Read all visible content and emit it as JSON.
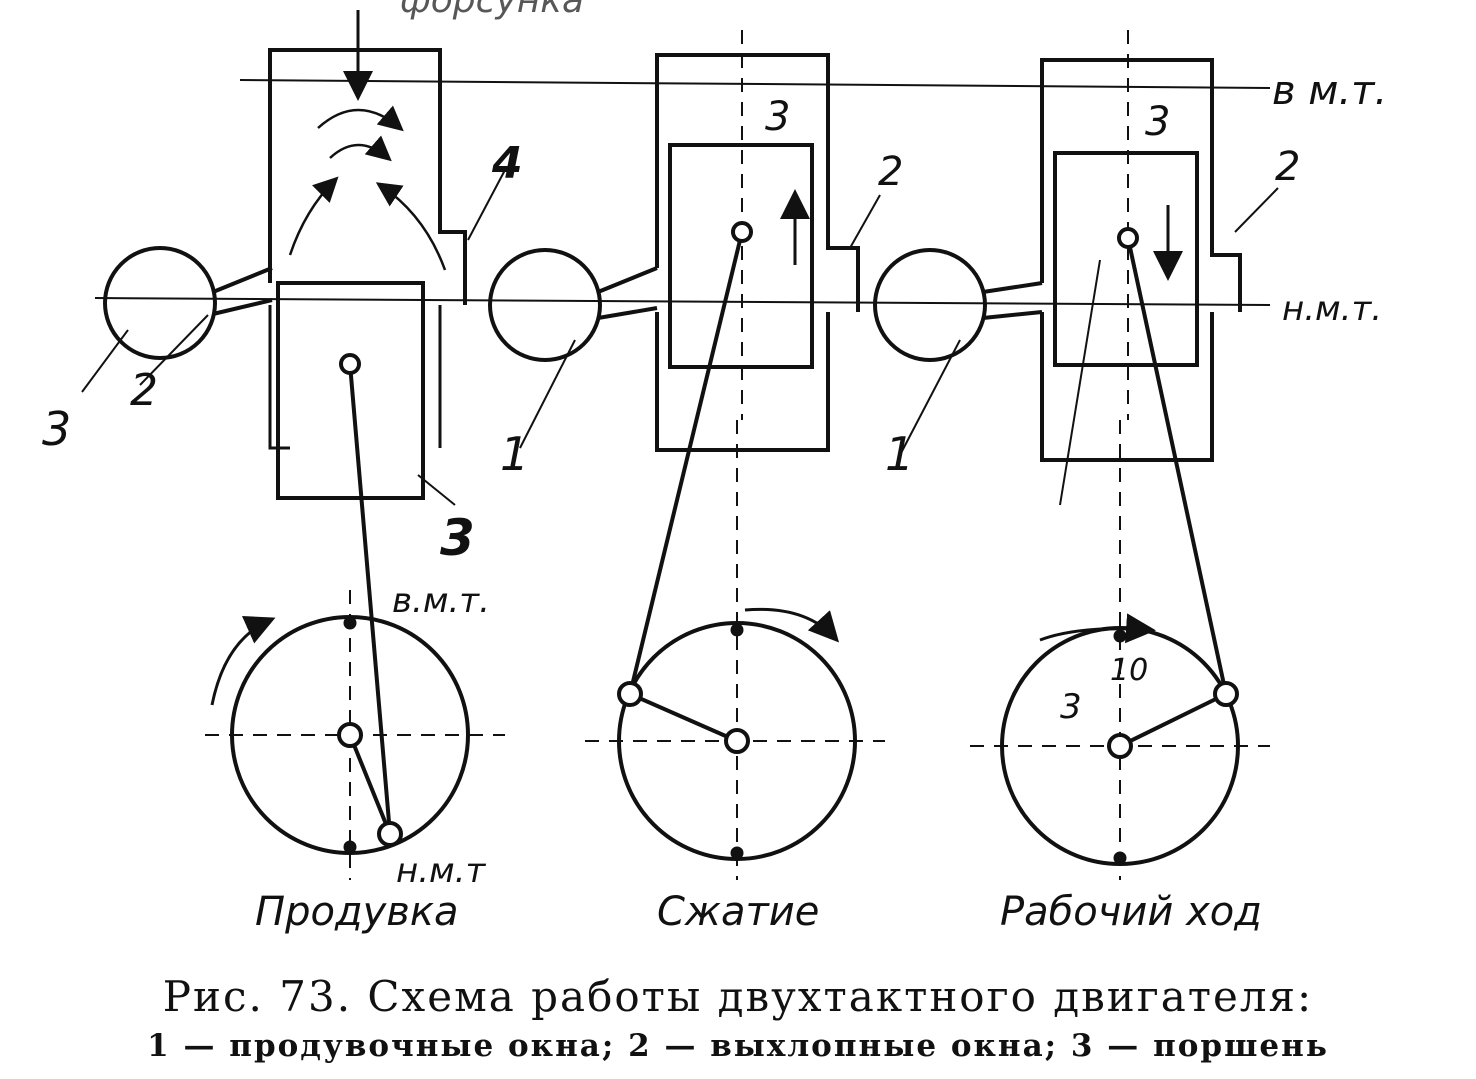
{
  "labels": {
    "tdc": "в м.т.",
    "bdc": "н.м.т.",
    "tdc_small": "в.м.т.",
    "bdc_small": "н.м.т",
    "n1": "1",
    "n2": "2",
    "n3": "3",
    "n4": "4",
    "angle_a": "3",
    "angle_b": "10",
    "note": "форсунка"
  },
  "stages": {
    "purge": "Продувка",
    "compression": "Сжатие",
    "power": "Рабочий ход"
  },
  "caption": {
    "title": "Рис. 73. Схема работы двухтактного двигателя:",
    "legend": "1 — продувочные окна; 2 — выхлопные окна; 3 — поршень"
  }
}
